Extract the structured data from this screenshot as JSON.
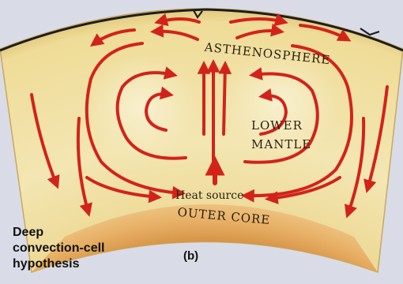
{
  "diagram": {
    "labels": {
      "asthenosphere": "ASTHENOSPHERE",
      "lower_mantle_line1": "LOWER",
      "lower_mantle_line2": "MANTLE",
      "heat_source": "Heat source",
      "outer_core": "OUTER CORE"
    },
    "caption_lines": [
      "Deep",
      "convection-cell",
      "hypothesis"
    ],
    "part_label": "(b)",
    "colors": {
      "background_page": "#d9dce6",
      "mantle_fill": "#efe0a4",
      "mantle_edge": "#dcc37a",
      "core_fill": "#e1a557",
      "crust_line": "#1d1d1d",
      "arrow": "#d2231b"
    }
  }
}
